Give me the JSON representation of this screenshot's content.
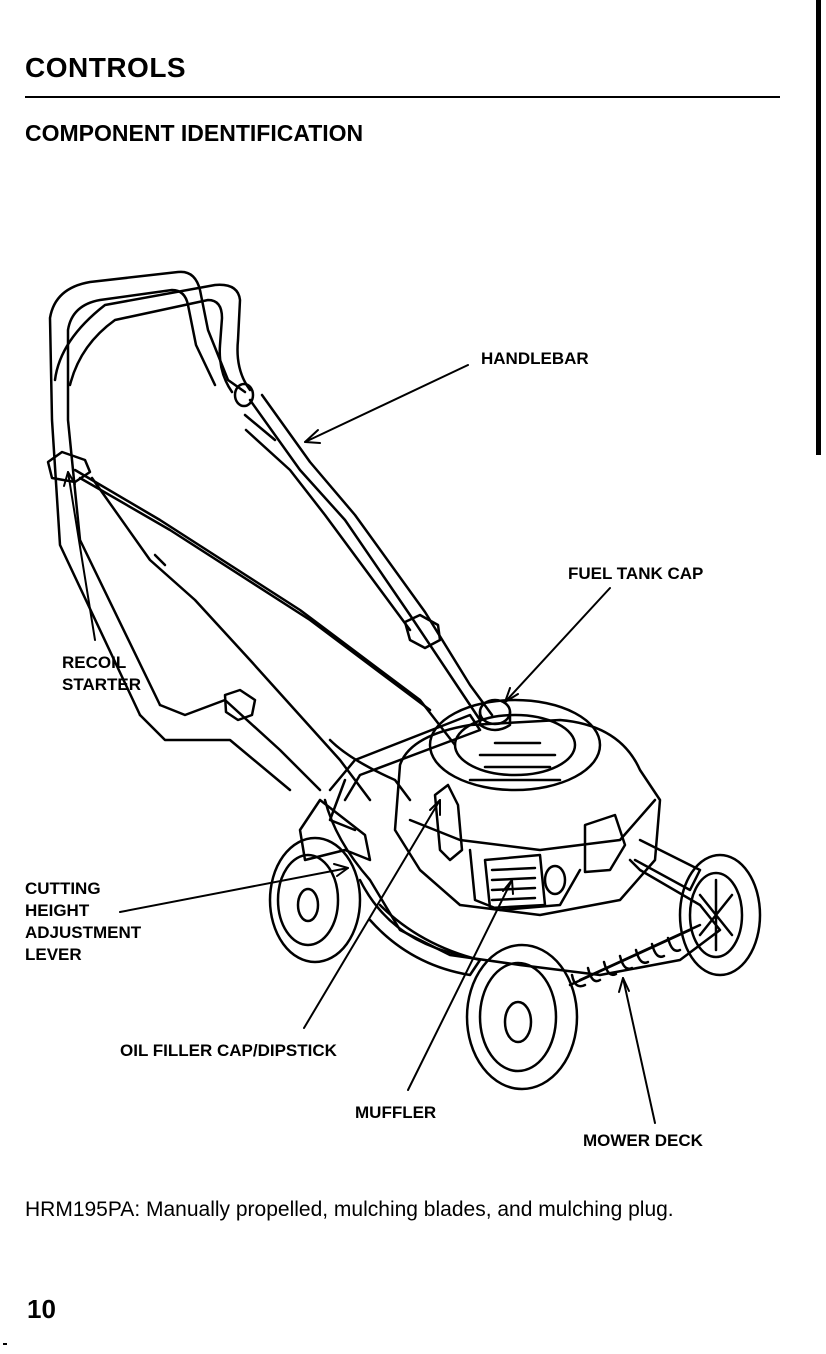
{
  "page": {
    "section_title": "CONTROLS",
    "subtitle": "COMPONENT IDENTIFICATION",
    "caption": "HRM195PA: Manually propelled, mulching blades, and mulching plug.",
    "page_number": "10"
  },
  "diagram": {
    "callouts": {
      "handlebar": "HANDLEBAR",
      "fuel_tank_cap": "FUEL TANK CAP",
      "recoil_starter": "RECOIL\nSTARTER",
      "cutting_height_lever": "CUTTING\nHEIGHT\nADJUSTMENT\nLEVER",
      "oil_filler_cap": "OIL FILLER CAP/DIPSTICK",
      "muffler": "MUFFLER",
      "mower_deck": "MOWER DECK"
    }
  }
}
